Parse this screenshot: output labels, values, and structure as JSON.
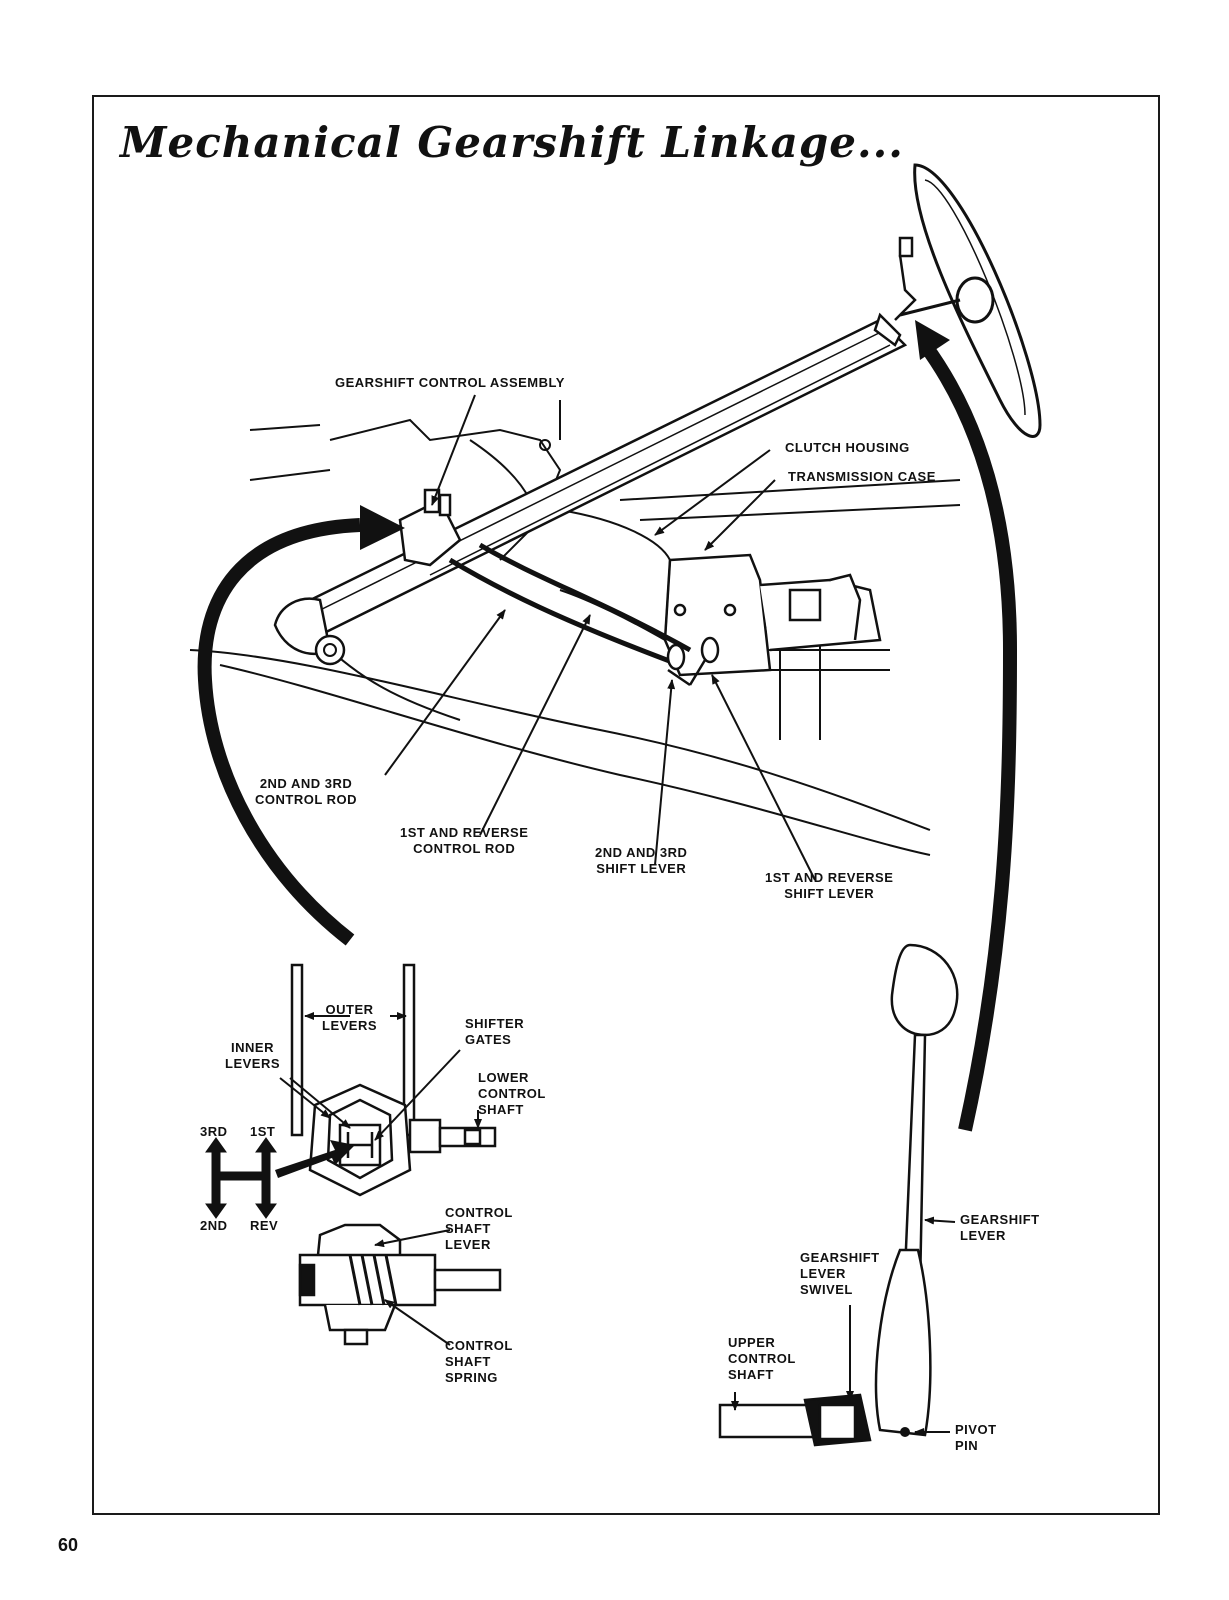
{
  "page": {
    "title": "Mechanical Gearshift Linkage...",
    "page_number": "60"
  },
  "labels": {
    "gearshift_control_assembly": "GEARSHIFT CONTROL ASSEMBLY",
    "clutch_housing": "CLUTCH HOUSING",
    "transmission_case": "TRANSMISSION CASE",
    "control_rod_2nd_3rd": "2ND AND 3RD\nCONTROL ROD",
    "control_rod_1st_reverse": "1ST AND REVERSE\nCONTROL ROD",
    "shift_lever_2nd_3rd": "2ND AND 3RD\nSHIFT LEVER",
    "shift_lever_1st_reverse": "1ST AND REVERSE\nSHIFT LEVER",
    "outer_levers": "OUTER\nLEVERS",
    "inner_levers": "INNER\nLEVERS",
    "shifter_gates": "SHIFTER\nGATES",
    "lower_control_shaft": "LOWER\nCONTROL\nSHAFT",
    "control_shaft_lever": "CONTROL\nSHAFT\nLEVER",
    "control_shaft_spring": "CONTROL\nSHAFT\nSPRING",
    "gearshift_lever": "GEARSHIFT\nLEVER",
    "gearshift_lever_swivel": "GEARSHIFT\nLEVER\nSWIVEL",
    "upper_control_shaft": "UPPER\nCONTROL\nSHAFT",
    "pivot_pin": "PIVOT\nPIN"
  },
  "shift_pattern": {
    "third": "3RD",
    "first": "1ST",
    "second": "2ND",
    "reverse": "REV"
  }
}
